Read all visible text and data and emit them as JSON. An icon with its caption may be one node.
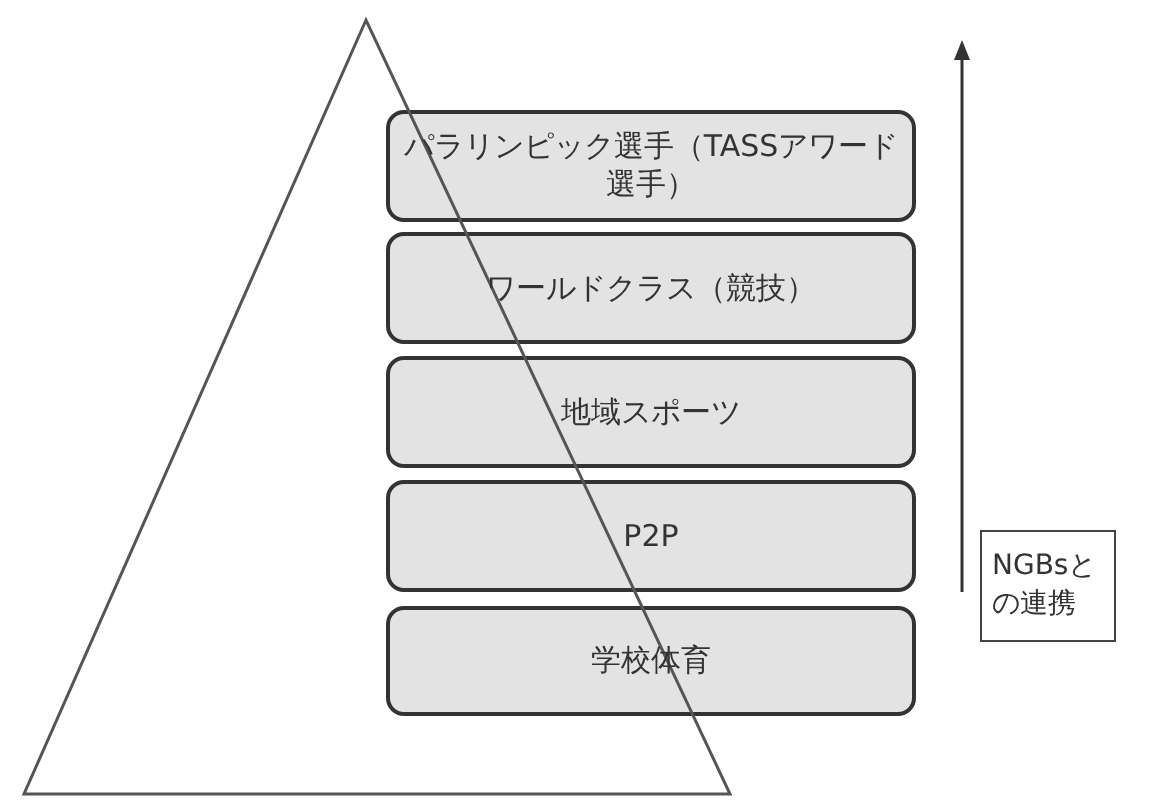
{
  "diagram": {
    "nodes": [
      {
        "text": [
          "パラリンピック選手（TASSアワード選手）"
        ]
      },
      {
        "text": [
          "ワールドクラス（競技）"
        ]
      },
      {
        "text": [
          "地域スポーツ"
        ]
      },
      {
        "text": [
          "P2P"
        ]
      },
      {
        "text": [
          "学校体育"
        ]
      },
      {
        "text": [
          "NGBsとの連携"
        ]
      }
    ]
  }
}
